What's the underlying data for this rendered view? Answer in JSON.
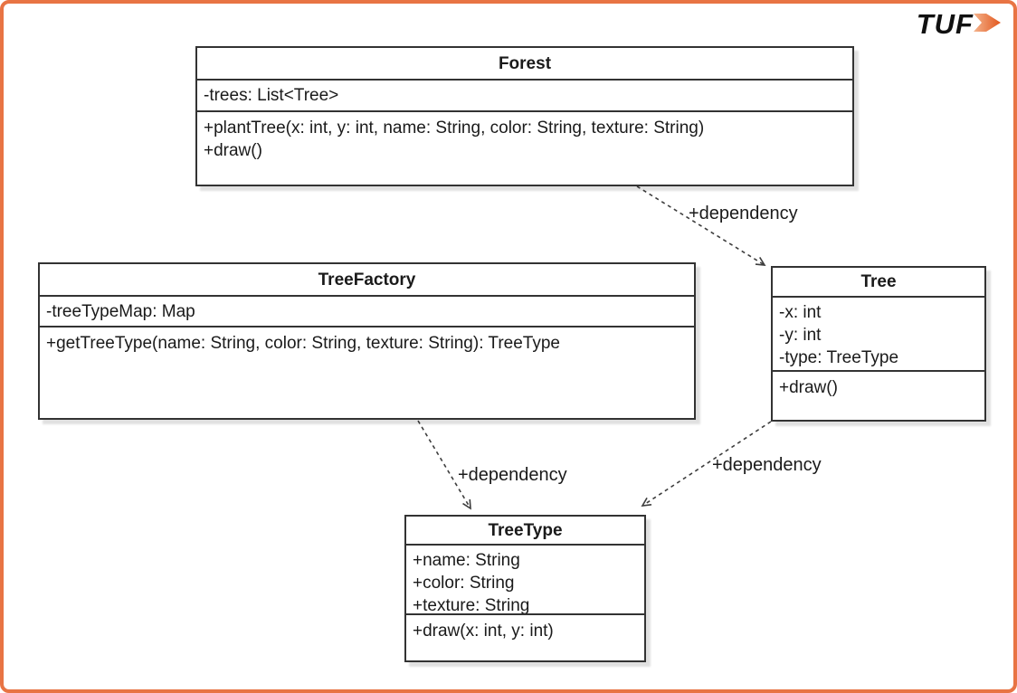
{
  "page": {
    "background_color": "#ffffff",
    "frame_border_color": "#e87444"
  },
  "logo": {
    "text": "TUF",
    "arrow_icon": "forward-arrow-icon",
    "arrow_gradient_start": "#f4b38c",
    "arrow_gradient_end": "#e2571d"
  },
  "diagram": {
    "type": "uml-class-diagram",
    "edge_color": "#3d3d3d",
    "box_border_color": "#333333",
    "classes": {
      "forest": {
        "title": "Forest",
        "attributes": [
          "-trees: List<Tree>"
        ],
        "methods": [
          "+plantTree(x: int, y: int, name: String, color: String, texture: String)",
          "+draw()"
        ]
      },
      "treeFactory": {
        "title": "TreeFactory",
        "attributes": [
          "-treeTypeMap: Map"
        ],
        "methods": [
          "+getTreeType(name: String, color: String, texture: String): TreeType"
        ]
      },
      "tree": {
        "title": "Tree",
        "attributes": [
          "-x: int",
          "-y: int",
          "-type: TreeType"
        ],
        "methods": [
          "+draw()"
        ]
      },
      "treeType": {
        "title": "TreeType",
        "attributes": [
          "+name: String",
          "+color: String",
          "+texture: String"
        ],
        "methods": [
          "+draw(x: int, y: int)"
        ]
      }
    },
    "edges": [
      {
        "from": "Forest",
        "to": "Tree",
        "label": "+dependency",
        "style": "dashed-open-arrow"
      },
      {
        "from": "TreeFactory",
        "to": "TreeType",
        "label": "+dependency",
        "style": "dashed-open-arrow"
      },
      {
        "from": "Tree",
        "to": "TreeType",
        "label": "+dependency",
        "style": "dashed-open-arrow"
      }
    ]
  }
}
